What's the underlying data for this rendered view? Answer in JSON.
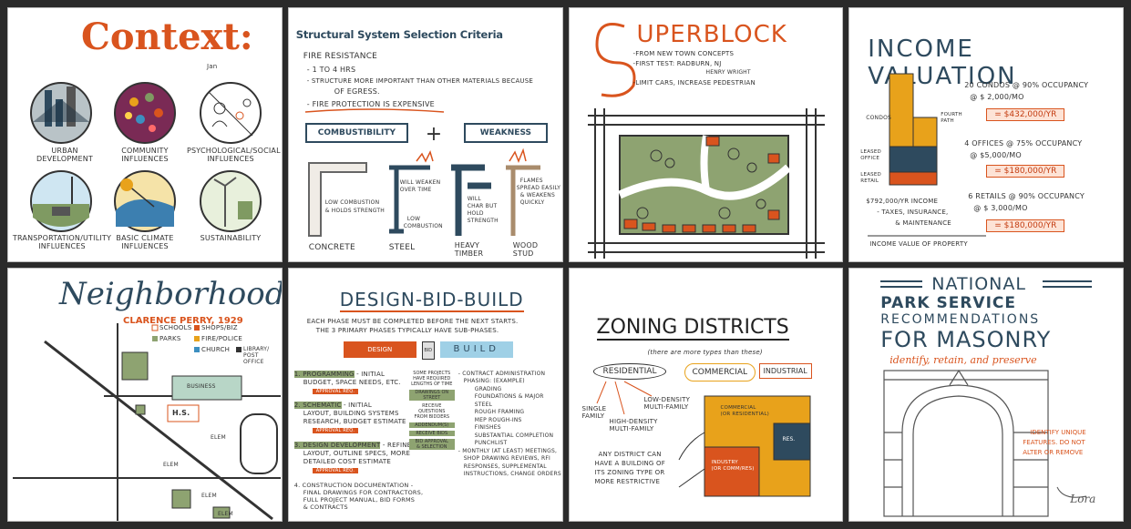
{
  "p1": {
    "title": "Context:",
    "byline": "Jan",
    "items": [
      {
        "label": "URBAN DEVELOPMENT"
      },
      {
        "label": "COMMUNITY\nINFLUENCES"
      },
      {
        "label": "PSYCHOLOGICAL/SOCIAL\nINFLUENCES"
      },
      {
        "label": "TRANSPORTATION/UTILITY\nINFLUENCES"
      },
      {
        "label": "BASIC CLIMATE\nINFLUENCES"
      },
      {
        "label": "SUSTAINABILITY"
      }
    ]
  },
  "p2": {
    "title": "Structural System Selection Criteria",
    "fire_heading": "FIRE RESISTANCE",
    "lines": [
      "- 1 TO 4 HRS",
      "- STRUCTURE MORE IMPORTANT THAN OTHER MATERIALS BECAUSE",
      "OF EGRESS.",
      "- FIRE PROTECTION IS EXPENSIVE"
    ],
    "box_left": "COMBUSTIBILITY",
    "plus": "+",
    "box_right": "WEAKNESS",
    "notes": [
      "LOW COMBUSTION",
      "& HOLDS STRENGTH",
      "WILL WEAKEN",
      "OVER TIME",
      "LOW",
      "COMBUSTION",
      "WILL",
      "CHAR BUT",
      "HOLD",
      "STRENGTH",
      "FLAMES",
      "SPREAD EASILY",
      "& WEAKENS",
      "QUICKLY"
    ],
    "materials": [
      "CONCRETE",
      "STEEL",
      "HEAVY\nTIMBER",
      "WOOD\nSTUD"
    ]
  },
  "p3": {
    "title": "UPERBLOCK",
    "bullets": [
      "-FROM NEW TOWN CONCEPTS",
      "-FIRST TEST: RADBURN, NJ",
      "HENRY WRIGHT",
      "-LIMIT CARS, INCREASE PEDESTRIAN"
    ]
  },
  "p4": {
    "title": "INCOME VALUATION",
    "side_labels": [
      "CONDOS",
      "FOURTH\nPATH",
      "LEASED\nOFFICE",
      "LEASED\nRETAIL"
    ],
    "blocks": [
      {
        "line1": "20 CONDOS @ 90% OCCUPANCY",
        "line2": "@ $ 2,000/MO",
        "result": "= $432,000/YR"
      },
      {
        "line1": "4 OFFICES @ 75% OCCUPANCY",
        "line2": "@ $5,000/MO",
        "result": "= $180,000/YR"
      },
      {
        "line1": "6 RETAILS @ 90% OCCUPANCY",
        "line2": "@ $ 3,000/MO",
        "result": "= $180,000/YR"
      }
    ],
    "total": "$792,000/YR INCOME",
    "deductions": [
      "- TAXES, INSURANCE,",
      "& MAINTENANCE"
    ],
    "footer": "INCOME VALUE OF PROPERTY"
  },
  "p5": {
    "title": "Neighborhood",
    "subtitle": "CLARENCE PERRY, 1929",
    "legend": [
      "SCHOOLS",
      "SHOPS/BIZ",
      "PARKS",
      "FIRE/POLICE",
      "CHURCH",
      "LIBRARY/\nPOST\nOFFICE"
    ],
    "map_labels": [
      "BUSINESS",
      "H.S.",
      "ELEM",
      "ELEM",
      "ELEM",
      "ELEM"
    ]
  },
  "p6": {
    "title": "DESIGN-BID-BUILD",
    "intro": [
      "EACH PHASE MUST BE COMPLETED BEFORE THE NEXT STARTS.",
      "THE 3 PRIMARY PHASES TYPICALLY HAVE SUB-PHASES."
    ],
    "phase_design": "DESIGN",
    "phase_bid": "BID",
    "phase_build": "BUILD",
    "steps": [
      {
        "head": "1. PROGRAMMING",
        "desc": "- INITIAL",
        "sub": [
          "BUDGET, SPACE NEEDS, ETC."
        ],
        "tag": "APPROVAL REQ."
      },
      {
        "head": "2. SCHEMATIC",
        "desc": "- INITIAL",
        "sub": [
          "LAYOUT, BUILDING SYSTEMS",
          "RESEARCH, BUDGET ESTIMATE"
        ],
        "tag": "APPROVAL REQ."
      },
      {
        "head": "3. DESIGN DEVELOPMENT",
        "desc": "- REFINE",
        "sub": [
          "LAYOUT, OUTLINE SPECS, MORE",
          "DETAILED COST ESTIMATE"
        ],
        "tag": "APPROVAL REQ."
      },
      {
        "head": "4. CONSTRUCTION DOCUMENTATION",
        "desc": "-",
        "sub": [
          "FINAL DRAWINGS FOR CONTRACTORS,",
          "FULL PROJECT MANUAL, BID FORMS",
          "& CONTRACTS"
        ],
        "tag": ""
      }
    ],
    "bid_items": [
      "SOME PROJECTS",
      "HAVE REQUIRED",
      "LENGTHS OF TIME",
      "DRAWINGS ON\nSTREET",
      "RECEIVE QUESTIONS\nFROM BIDDERS",
      "ADDENDUM(S)",
      "RECEIVE BIDS",
      "BID APPROVAL\n& SELECTION"
    ],
    "build_head": "- CONTRACT ADMINISTRATION",
    "build_sub": "PHASING: (EXAMPLE)",
    "build_items": [
      "GRADING",
      "FOUNDATIONS & MAJOR STEEL",
      "ROUGH FRAMING",
      "MEP ROUGH-INS",
      "FINISHES",
      "SUBSTANTIAL COMPLETION",
      "PUNCHLIST"
    ],
    "build_tail": [
      "- MONTHLY (AT LEAST) MEETINGS,",
      "SHOP DRAWING REVIEWS, RFI",
      "RESPONSES, SUPPLEMENTAL",
      "INSTRUCTIONS, CHANGE ORDERS"
    ]
  },
  "p7": {
    "title": "ZONING DISTRICTS",
    "note": "(there are more types than these)",
    "zones": [
      "RESIDENTIAL",
      "COMMERCIAL",
      "INDUSTRIAL"
    ],
    "res_types": [
      "SINGLE\nFAMILY",
      "LOW-DENSITY\nMULTI-FAMILY",
      "HIGH-DENSITY\nMULTI-FAMILY"
    ],
    "diagram_labels": [
      "COMMERCIAL\n(OR RESIDENTIAL)",
      "RES.",
      "INDUSTRY\n(OR COMM/RES)"
    ],
    "rule": [
      "ANY DISTRICT CAN",
      "HAVE A BUILDING OF",
      "ITS ZONING TYPE OR",
      "MORE RESTRICTIVE"
    ]
  },
  "p8": {
    "title_line1": "NATIONAL",
    "title_line2": "PARK SERVICE",
    "title_line3": "RECOMMENDATIONS",
    "title_line4": "FOR MASONRY",
    "tagline": "identify, retain, and preserve",
    "note": [
      "IDENTIFY UNIQUE",
      "FEATURES. DO NOT",
      "ALTER OR REMOVE"
    ],
    "signature": "Lora"
  },
  "colors": {
    "orange": "#d9541e",
    "navy": "#2e4a5e",
    "ochre": "#e8a21b",
    "green": "#7f9a62"
  }
}
